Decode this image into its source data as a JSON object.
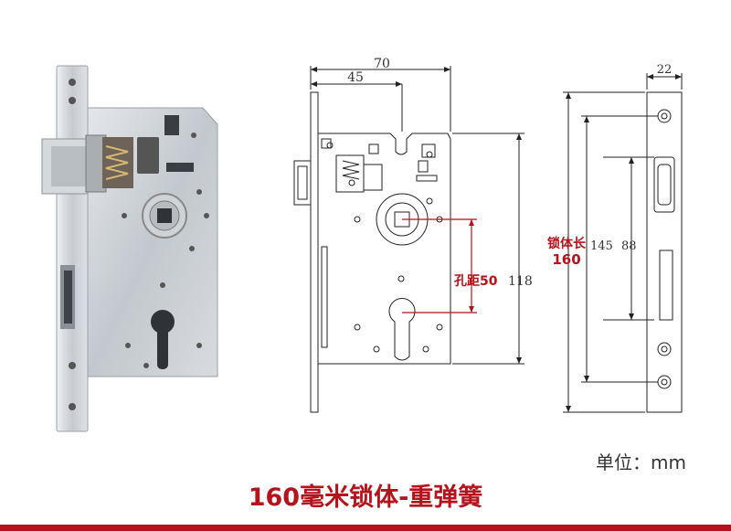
{
  "dimensions": {
    "d70": "70",
    "d45": "45",
    "d22": "22",
    "d118": "118",
    "d145": "145",
    "d88": "88",
    "kongju": "孔距50",
    "suotichang_line1": "锁体长",
    "suotichang_line2": "160"
  },
  "unit_label": "单位：mm",
  "title": "160毫米锁体-重弹簧",
  "colors": {
    "accent": "#b5121b",
    "line": "#222222",
    "metal": "#c9cdd1"
  }
}
